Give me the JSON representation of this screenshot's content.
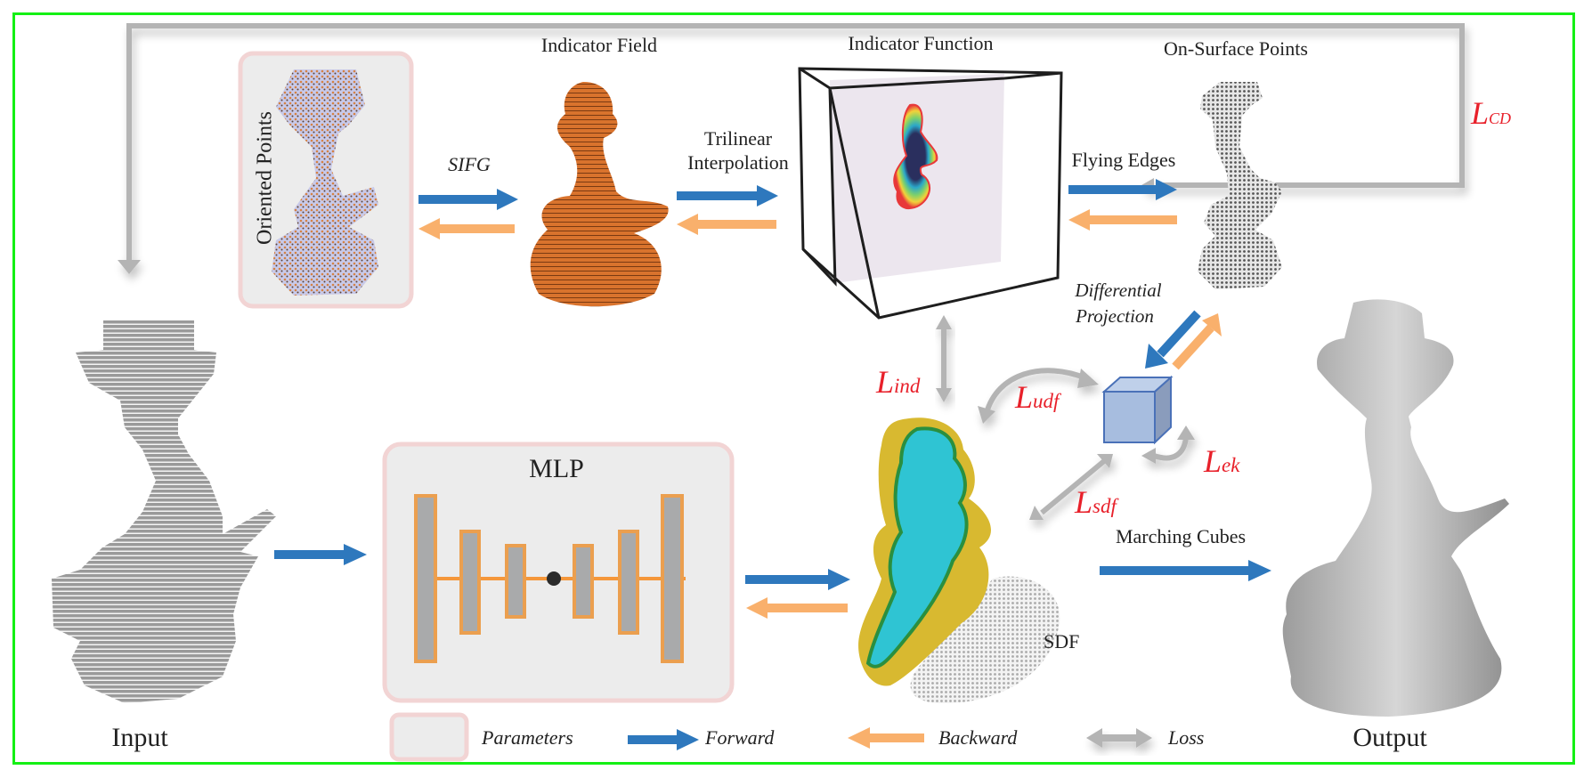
{
  "colors": {
    "frame": "#14f014",
    "forward": "#2e78bd",
    "backward": "#f9b06c",
    "loss_arrow": "#b4b4b4",
    "loss_text": "#e8202a",
    "param_fill": "#ececec",
    "param_border": "#f2d4d4",
    "mlp_bar_fill": "#a9aaab",
    "mlp_bar_border": "#eb9f4f",
    "indicator_field": "#d9732d",
    "sdf_inner": "#2fc4d3",
    "sdf_outer": "#d8b930",
    "cube_fill": "#a7bddf",
    "cube_edge": "#4a71b8"
  },
  "labels": {
    "oriented_points": "Oriented Points",
    "sifg": "SIFG",
    "indicator_field": "Indicator Field",
    "trilinear_line1": "Trilinear",
    "trilinear_line2": "Interpolation",
    "indicator_function": "Indicator Function",
    "flying_edges": "Flying Edges",
    "on_surface_points": "On-Surface Points",
    "differential_line1": "Differential",
    "differential_line2": "Projection",
    "mlp": "MLP",
    "sdf": "SDF",
    "marching_cubes": "Marching Cubes",
    "input": "Input",
    "output": "Output"
  },
  "losses": {
    "cd": {
      "main": "L",
      "sub": "CD"
    },
    "ind": {
      "main": "L",
      "sub": "ind"
    },
    "udf": {
      "main": "L",
      "sub": "udf"
    },
    "ek": {
      "main": "L",
      "sub": "ek"
    },
    "sdf": {
      "main": "L",
      "sub": "sdf"
    }
  },
  "legend": {
    "parameters": "Parameters",
    "forward": "Forward",
    "backward": "Backward",
    "loss": "Loss"
  }
}
